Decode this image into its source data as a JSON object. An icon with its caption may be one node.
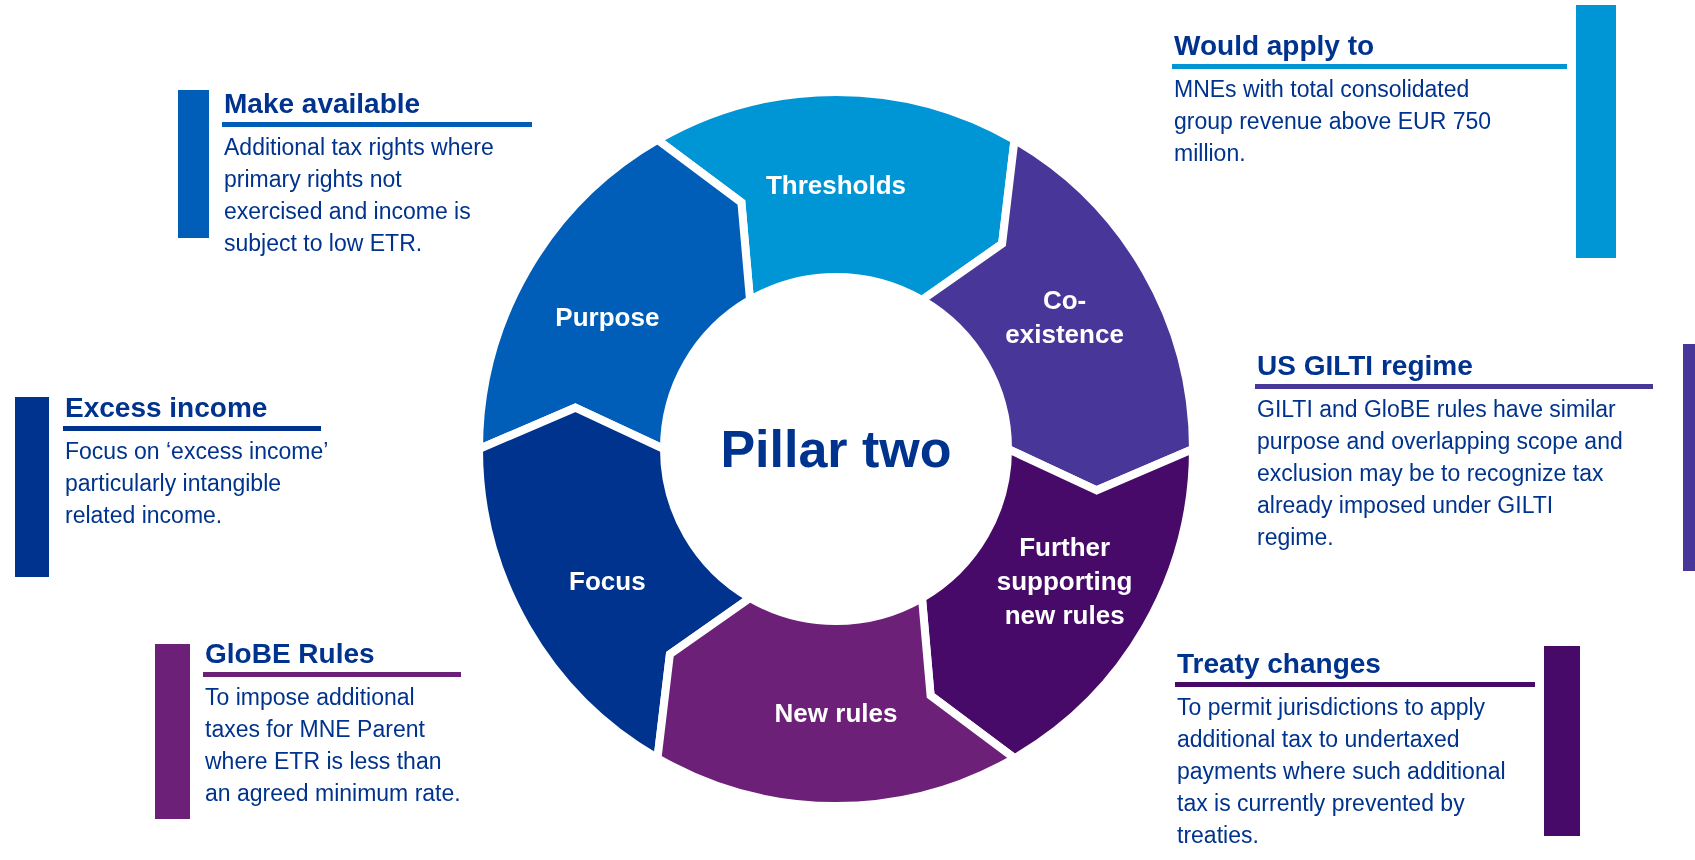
{
  "diagram": {
    "nodes": [
      {
        "text": [
          "Would apply to",
          "MNEs with total consolidated group revenue above EUR 750 million."
        ]
      },
      {
        "text": [
          "Make available",
          "Additional tax rights where primary rights not exercised and income is subject to low ETR."
        ]
      },
      {
        "text": [
          "Thresholds"
        ]
      },
      {
        "text": [
          "Purpose"
        ]
      },
      {
        "text": [
          "Co- existence"
        ]
      },
      {
        "text": [
          "US GILTI regime",
          "GILTI and GloBE rules have similar purpose and overlapping scope and exclusion may be to recognize tax already imposed under GILTI regime."
        ]
      },
      {
        "text": [
          "Excess income",
          "Focus on ‘excess income’ particularly intangible related income."
        ]
      },
      {
        "text": [
          "Pillar two"
        ]
      },
      {
        "text": [
          "Focus"
        ]
      },
      {
        "text": [
          "Further supporting new rules"
        ]
      },
      {
        "text": [
          "GloBE Rules",
          "To impose additional taxes for MNE Parent where ETR is less than an agreed minimum rate."
        ]
      },
      {
        "text": [
          "Treaty changes",
          "To permit jurisdictions to apply additional tax to undertaxed payments where such additional tax is currently prevented by treaties."
        ]
      },
      {
        "text": [
          "New rules"
        ]
      }
    ]
  }
}
